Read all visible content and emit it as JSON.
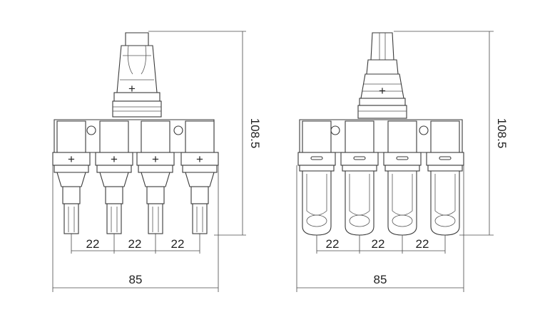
{
  "left_view": {
    "spacing_1": "22",
    "spacing_2": "22",
    "spacing_3": "22",
    "overall_width": "85",
    "overall_height": "108.5",
    "polarity": "+"
  },
  "right_view": {
    "spacing_1": "22",
    "spacing_2": "22",
    "spacing_3": "22",
    "overall_width": "85",
    "overall_height": "108.5",
    "polarity": "+"
  }
}
